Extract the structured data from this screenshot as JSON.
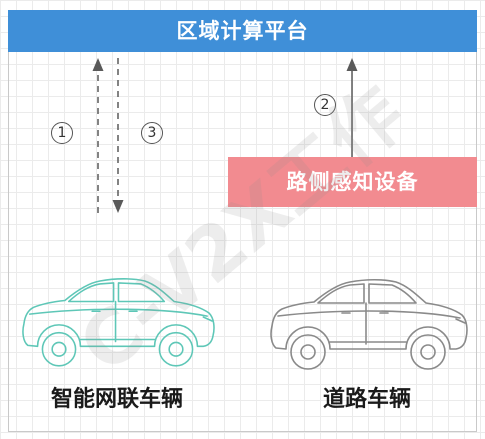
{
  "watermark": "C-V2X工作",
  "platform": {
    "label": "区域计算平台",
    "color": "#3f8fd8"
  },
  "roadside_unit": {
    "label": "路侧感知设备",
    "color": "#f28b90"
  },
  "steps": {
    "step1": "1",
    "step2": "2",
    "step3": "3"
  },
  "arrows": {
    "color": "#5a5a5a"
  },
  "vehicles": [
    {
      "label": "智能网联车辆",
      "icon": "car-icon",
      "color": "#5ec7b7"
    },
    {
      "label": "道路车辆",
      "icon": "car-icon",
      "color": "#8a8a8a"
    }
  ]
}
